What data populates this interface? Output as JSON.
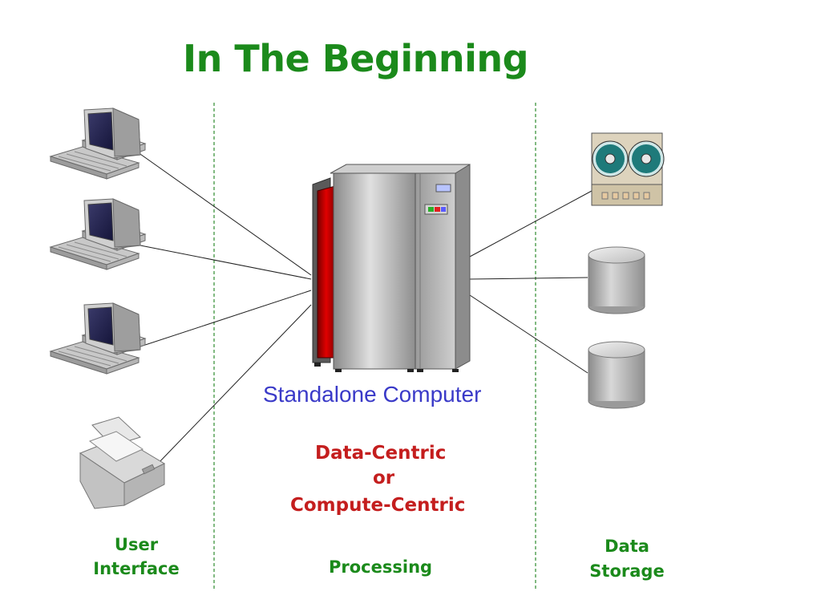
{
  "title": "In The Beginning",
  "center": {
    "label": "Standalone Computer",
    "subtitle_lines": [
      "Data-Centric",
      "or",
      "Compute-Centric"
    ]
  },
  "columns": {
    "user_interface": "User Interface",
    "processing": "Processing",
    "data_storage": "Data Storage"
  },
  "devices": {
    "user_interface": [
      "desktop-computer-icon",
      "desktop-computer-icon",
      "desktop-computer-icon",
      "printer-icon"
    ],
    "processing": [
      "mainframe-computer-icon"
    ],
    "data_storage": [
      "tape-drive-icon",
      "disk-cylinder-icon",
      "disk-cylinder-icon"
    ]
  },
  "colors": {
    "title": "#1b8a1b",
    "label": "#3a3ac8",
    "emphasis": "#c41e1e",
    "divider": "#2e8b2e"
  }
}
